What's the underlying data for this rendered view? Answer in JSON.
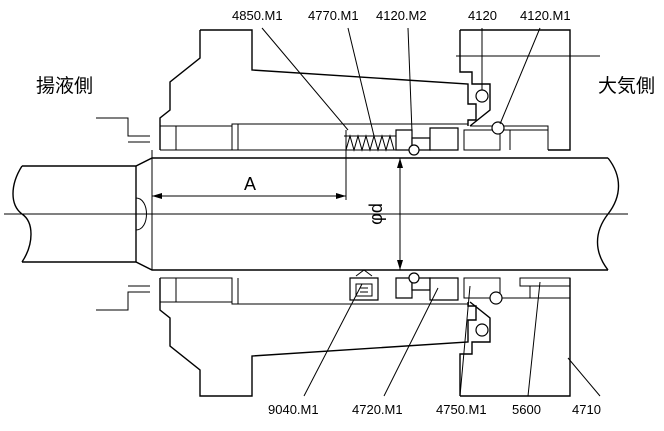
{
  "side_labels": {
    "left": "揚液側",
    "right": "大気側"
  },
  "dimensions": {
    "length": "A",
    "diameter": "φd"
  },
  "part_labels_top": [
    "4850.M1",
    "4770.M1",
    "4120.M2",
    "4120",
    "4120.M1"
  ],
  "part_labels_bottom": [
    "9040.M1",
    "4720.M1",
    "4750.M1",
    "5600",
    "4710"
  ]
}
